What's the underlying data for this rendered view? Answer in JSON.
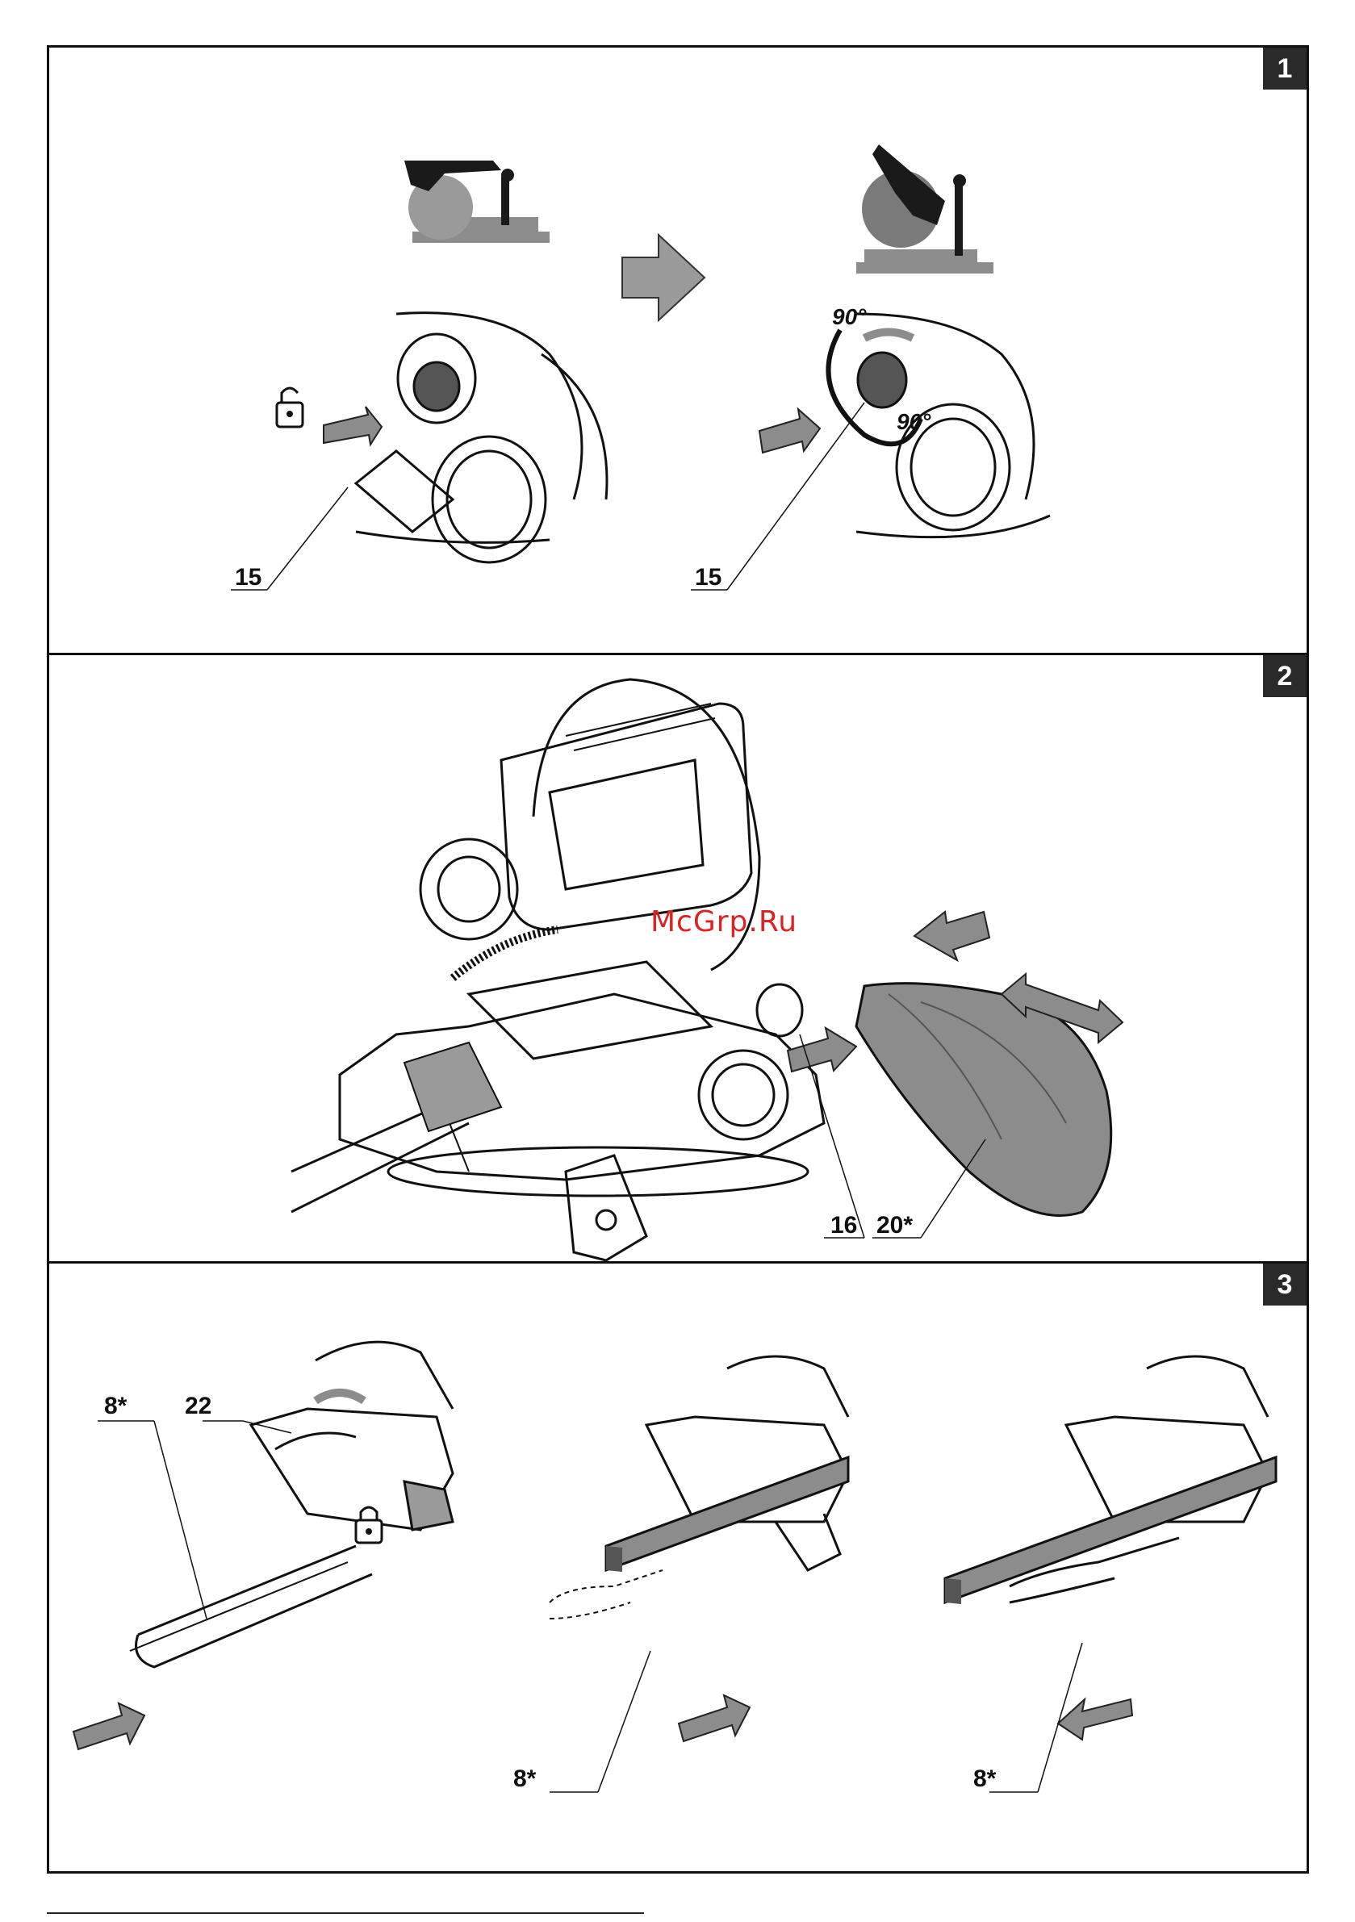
{
  "panels": [
    {
      "number": "1",
      "callouts": [
        "15",
        "15"
      ],
      "angles": [
        "90°",
        "90°"
      ],
      "icons": [
        "unlock-icon",
        "arrow-right-icon",
        "rotate-icon"
      ]
    },
    {
      "number": "2",
      "callouts": [
        "16",
        "20*"
      ],
      "icons": [
        "arrow-left-icon",
        "double-arrow-icon"
      ]
    },
    {
      "number": "3",
      "callouts": [
        "8*",
        "22",
        "8*",
        "8*"
      ],
      "icons": [
        "lock-icon",
        "arrow-icon"
      ]
    }
  ],
  "watermark": "McGrp.Ru",
  "colors": {
    "ink": "#111111",
    "gray": "#8c8c8c",
    "badge": "#2a2a2a",
    "watermark": "#dd2222"
  }
}
